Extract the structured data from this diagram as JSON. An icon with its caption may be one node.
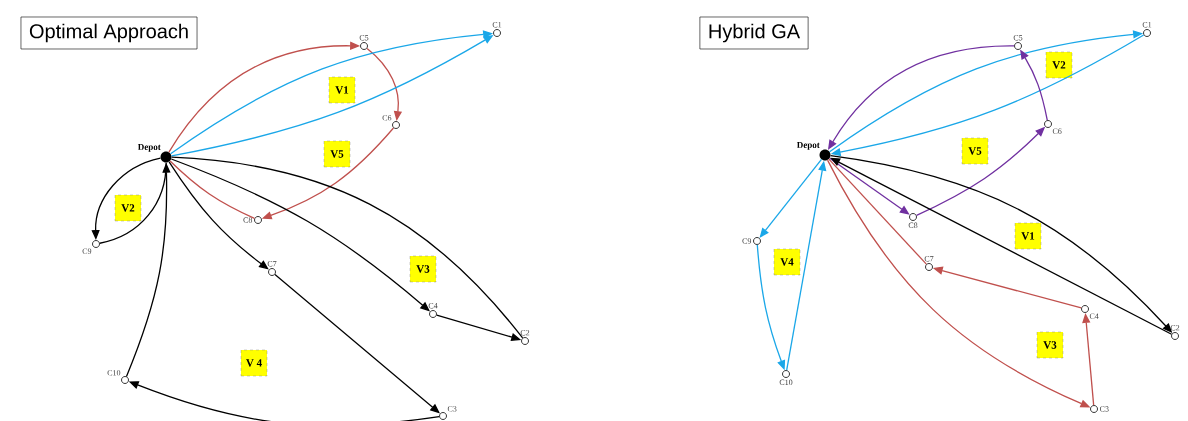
{
  "diagram": {
    "nodes": [
      {
        "text": [
          "Optimal Approach"
        ]
      },
      {
        "text": [
          "Depot"
        ]
      },
      {
        "text": [
          "C1"
        ]
      },
      {
        "text": [
          "C5"
        ]
      },
      {
        "text": [
          "C6"
        ]
      },
      {
        "text": [
          "C8"
        ]
      },
      {
        "text": [
          "C9"
        ]
      },
      {
        "text": [
          "C7"
        ]
      },
      {
        "text": [
          "C4"
        ]
      },
      {
        "text": [
          "C2"
        ]
      },
      {
        "text": [
          "C10"
        ]
      },
      {
        "text": [
          "C3"
        ]
      },
      {
        "text": [
          "V1"
        ]
      },
      {
        "text": [
          "V5"
        ]
      },
      {
        "text": [
          "V2"
        ]
      },
      {
        "text": [
          "V3"
        ]
      },
      {
        "text": [
          "V 4"
        ]
      },
      {
        "text": [
          "Hybrid GA"
        ]
      },
      {
        "text": [
          "Depot"
        ]
      },
      {
        "text": [
          "C1"
        ]
      },
      {
        "text": [
          "C5"
        ]
      },
      {
        "text": [
          "C6"
        ]
      },
      {
        "text": [
          "C8"
        ]
      },
      {
        "text": [
          "C9"
        ]
      },
      {
        "text": [
          "C7"
        ]
      },
      {
        "text": [
          "C4"
        ]
      },
      {
        "text": [
          "C2"
        ]
      },
      {
        "text": [
          "C10"
        ]
      },
      {
        "text": [
          "C3"
        ]
      },
      {
        "text": [
          "V2"
        ]
      },
      {
        "text": [
          "V5"
        ]
      },
      {
        "text": [
          "V1"
        ]
      },
      {
        "text": [
          "V4"
        ]
      },
      {
        "text": [
          "V3"
        ]
      }
    ],
    "edges": [
      {
        "from": 1,
        "to": 3,
        "arrow": "to",
        "color": "#c0504d"
      },
      {
        "from": 3,
        "to": 4,
        "arrow": "to",
        "color": "#c0504d"
      },
      {
        "from": 4,
        "to": 5,
        "arrow": "to",
        "color": "#c0504d"
      },
      {
        "from": 5,
        "to": 1,
        "arrow": "none",
        "color": "#c0504d"
      },
      {
        "from": 1,
        "to": 2,
        "arrow": "to",
        "color": "#1aa7e8"
      },
      {
        "from": 1,
        "to": 2,
        "arrow": "to",
        "color": "#1aa7e8"
      },
      {
        "from": 1,
        "to": 6,
        "arrow": "to"
      },
      {
        "from": 6,
        "to": 1,
        "arrow": "none"
      },
      {
        "from": 1,
        "to": 7,
        "arrow": "to"
      },
      {
        "from": 7,
        "to": 11,
        "arrow": "to"
      },
      {
        "from": 11,
        "to": 10,
        "arrow": "to"
      },
      {
        "from": 10,
        "to": 1,
        "arrow": "to"
      },
      {
        "from": 1,
        "to": 8,
        "arrow": "to"
      },
      {
        "from": 8,
        "to": 9,
        "arrow": "to"
      },
      {
        "from": 9,
        "to": 1,
        "arrow": "none"
      },
      {
        "from": 18,
        "to": 19,
        "arrow": "to",
        "color": "#1aa7e8"
      },
      {
        "from": 19,
        "to": 18,
        "arrow": "to",
        "color": "#1aa7e8"
      },
      {
        "from": 20,
        "to": 18,
        "arrow": "to",
        "color": "#7030a0"
      },
      {
        "from": 18,
        "to": 22,
        "arrow": "to",
        "color": "#7030a0"
      },
      {
        "from": 22,
        "to": 21,
        "arrow": "to",
        "color": "#7030a0"
      },
      {
        "from": 21,
        "to": 20,
        "arrow": "to",
        "color": "#7030a0"
      },
      {
        "from": 18,
        "to": 23,
        "arrow": "to",
        "color": "#1aa7e8"
      },
      {
        "from": 23,
        "to": 27,
        "arrow": "to",
        "color": "#1aa7e8"
      },
      {
        "from": 27,
        "to": 18,
        "arrow": "to",
        "color": "#1aa7e8"
      },
      {
        "from": 18,
        "to": 28,
        "arrow": "to",
        "color": "#c0504d"
      },
      {
        "from": 28,
        "to": 25,
        "arrow": "to",
        "color": "#c0504d"
      },
      {
        "from": 25,
        "to": 24,
        "arrow": "to",
        "color": "#c0504d"
      },
      {
        "from": 24,
        "to": 18,
        "arrow": "none",
        "color": "#c0504d"
      },
      {
        "from": 18,
        "to": 26,
        "arrow": "to"
      },
      {
        "from": 26,
        "to": 18,
        "arrow": "to"
      }
    ]
  }
}
